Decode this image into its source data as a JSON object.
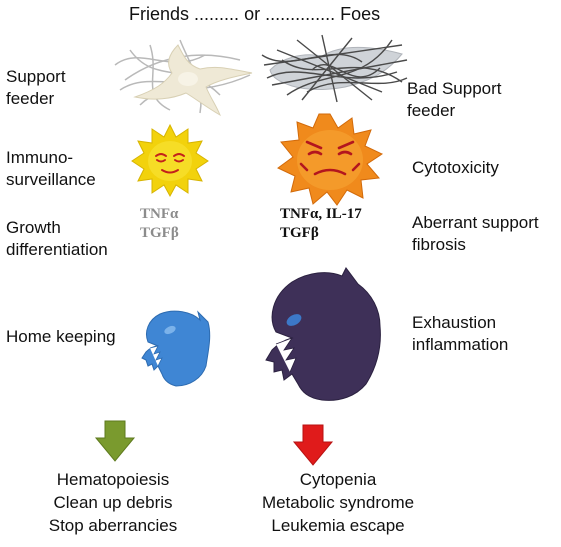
{
  "title": {
    "friends": "Friends",
    "dots_left": ".........",
    "or": "or",
    "dots_right": "..............",
    "foes": "Foes"
  },
  "left_labels": {
    "support": [
      "Support",
      "feeder"
    ],
    "immuno": [
      "Immuno-",
      "surveillance"
    ],
    "growth": [
      "Growth",
      "differentiation"
    ],
    "home": "Home keeping"
  },
  "friend_cytokines": [
    "TNFα",
    "TGFβ"
  ],
  "foe_cytokines": [
    "TNFα,  IL-17",
    "TGFβ"
  ],
  "right_labels": {
    "bad_support": [
      "Bad Support",
      "feeder"
    ],
    "cytotoxicity": "Cytotoxicity",
    "aberrant": [
      "Aberrant support",
      "fibrosis"
    ],
    "exhaustion": [
      "Exhaustion",
      "inflammation"
    ]
  },
  "outcomes_friends": [
    "Hematopoiesis",
    "Clean up debris",
    "Stop aberrancies"
  ],
  "outcomes_foes": [
    "Cytopenia",
    "Metabolic syndrome",
    "Leukemia escape"
  ],
  "colors": {
    "friend_cytokine_text": "#8c8c8c",
    "foe_cytokine_text": "#111111",
    "friend_arrow": "#7a9a2e",
    "foe_arrow": "#e01b1b",
    "friend_monster": "#3f86d4",
    "foe_monster": "#3e3058",
    "friend_sun": "#f2d20c",
    "foe_sun": "#f08a1c",
    "stroma_friend": "#efe9d6",
    "stroma_foe": "#cfd3d8"
  }
}
